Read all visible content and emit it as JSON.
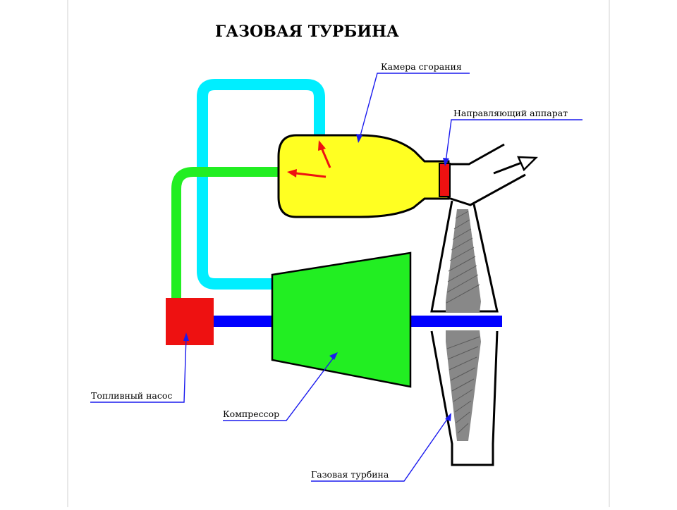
{
  "title": "ГАЗОВАЯ ТУРБИНА",
  "labels": {
    "combustion_chamber": "Камера сгорания",
    "guide_vane": "Направляющий аппарат",
    "fuel_pump": "Топливный насос",
    "compressor": "Компрессор",
    "gas_turbine": "Газовая турбина"
  },
  "colors": {
    "air_line": "#00eeff",
    "fuel_line": "#22ee22",
    "chamber_fill": "#ffff22",
    "compressor_fill": "#22ee22",
    "pump_fill": "#ee1111",
    "guide_vane_fill": "#ee1111",
    "shaft": "#0000ff",
    "turbine_blades": "#888888",
    "flame_arrows": "#ee1111",
    "pointer_lines": "#1a1aee",
    "outline": "#000000"
  },
  "icons": {
    "exhaust": "exhaust-arrow-icon"
  }
}
